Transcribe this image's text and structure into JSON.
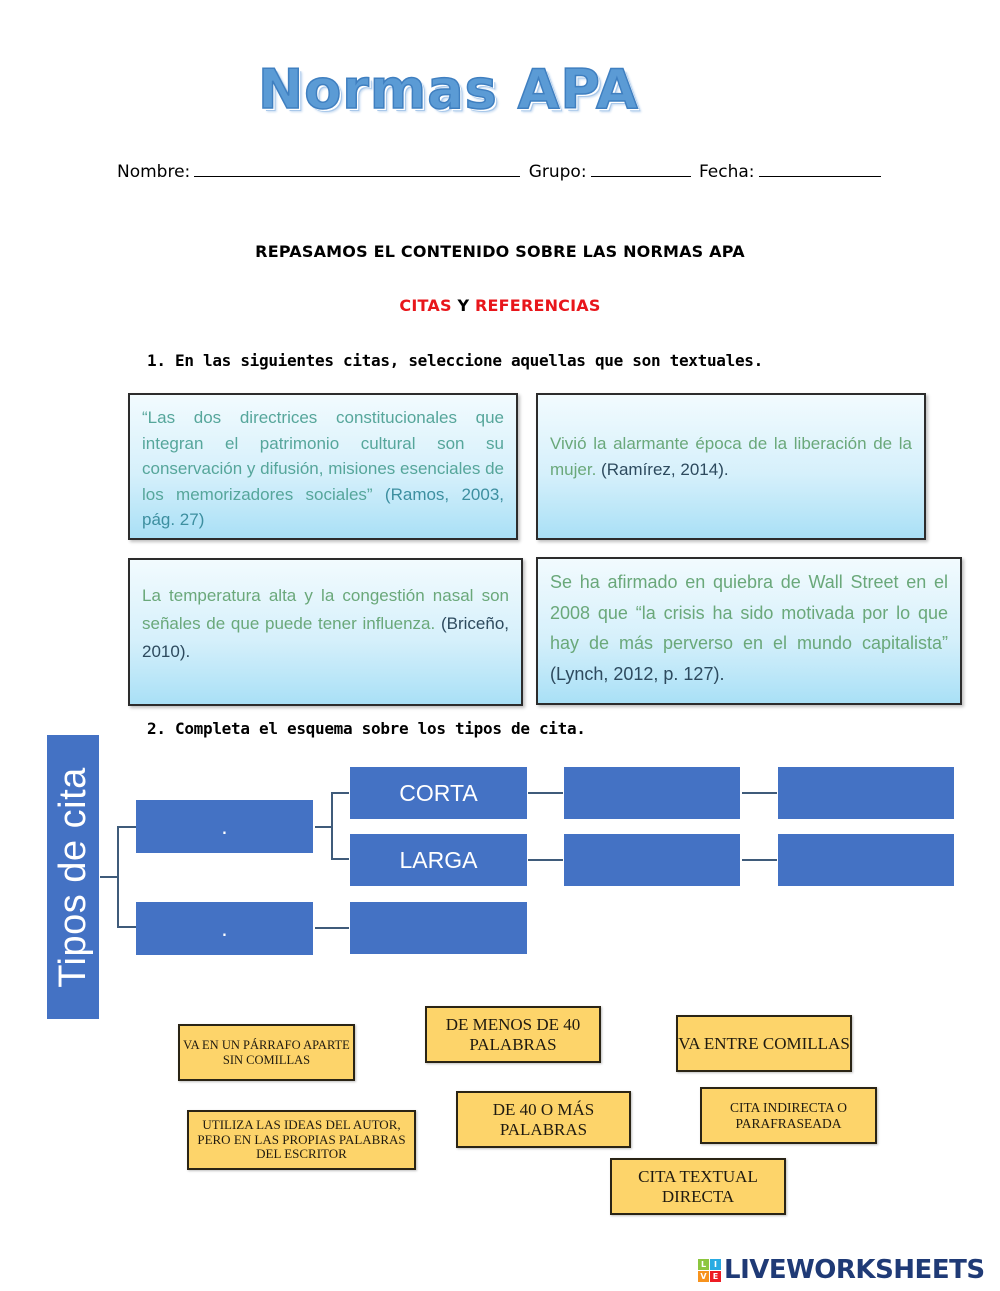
{
  "title": "Normas APA",
  "fields": {
    "name_label": "Nombre:",
    "group_label": "Grupo:",
    "date_label": "Fecha:"
  },
  "heading": "REPASAMOS EL CONTENIDO SOBRE LAS NORMAS APA",
  "subheading": {
    "part1": "CITAS",
    "connector": "Y",
    "part2": "REFERENCIAS"
  },
  "question1": {
    "text": "1. En las siguientes citas, seleccione aquellas que son textuales.",
    "cards": [
      {
        "body": "“Las dos directrices constitucionales que integran el patrimonio cultural son su conservación y difusión, misiones esenciales de los memorizadores sociales”",
        "cite": "(Ramos, 2003, pág. 27)"
      },
      {
        "body": "Vivió la alarmante época de la liberación de la mujer.",
        "cite": "(Ramírez, 2014)."
      },
      {
        "body": "La temperatura alta y la congestión nasal son señales de que puede tener influenza.",
        "cite": "(Briceño, 2010)."
      },
      {
        "body": "Se ha afirmado en quiebra de Wall Street en el 2008 que “la crisis ha sido motivada por lo que hay de más perverso en el mundo capitalista”",
        "cite": "(Lynch, 2012, p. 127)."
      }
    ]
  },
  "question2": {
    "text": "2. Completa el esquema sobre los tipos de cita.",
    "diagram": {
      "root": "Tipos de cita",
      "branch_top": ".",
      "branch_bottom": ".",
      "short": "CORTA",
      "long": "LARGA",
      "short_col3": "",
      "short_col4": "",
      "long_col3": "",
      "long_col4": "",
      "bottom_col2": ""
    },
    "answer_chips": [
      "VA EN UN PÁRRAFO APARTE SIN COMILLAS",
      "DE MENOS DE 40 PALABRAS",
      "VA ENTRE COMILLAS",
      "UTILIZA LAS IDEAS DEL AUTOR, PERO EN LAS PROPIAS PALABRAS DEL ESCRITOR",
      "DE 40 O MÁS PALABRAS",
      "CITA INDIRECTA O PARAFRASEADA",
      "CITA TEXTUAL DIRECTA"
    ]
  },
  "logo": {
    "tiles": [
      "L",
      "I",
      "V",
      "E"
    ],
    "tile_colors": [
      "#8cc63f",
      "#29abe2",
      "#f7931e",
      "#ed1c24"
    ],
    "text": "LIVEWORKSHEETS"
  }
}
